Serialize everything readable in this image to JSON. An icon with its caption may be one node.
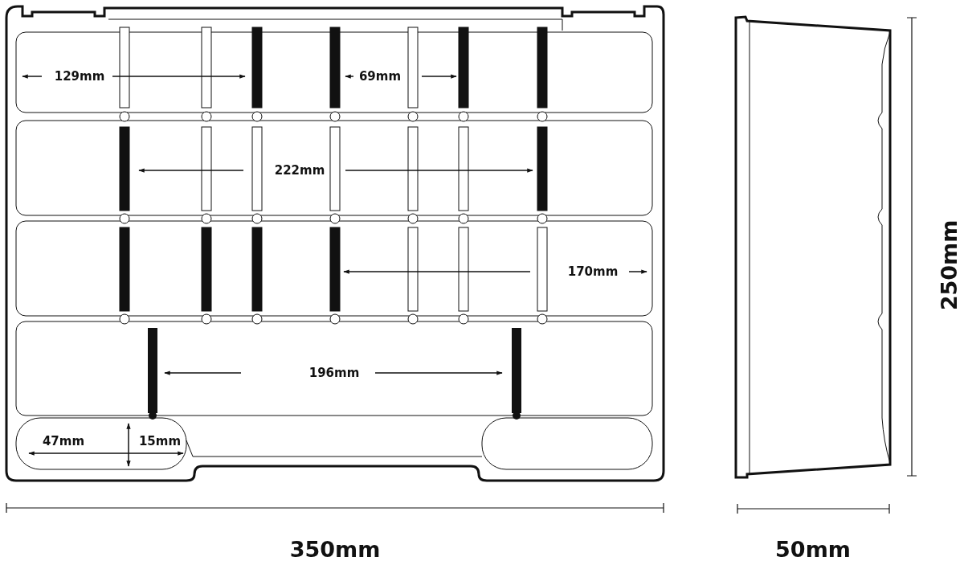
{
  "diagram": {
    "labels": [
      "129mm",
      "69mm",
      "222mm",
      "170mm",
      "196mm",
      "47mm",
      "15mm",
      "350mm",
      "50mm",
      "250mm"
    ]
  }
}
